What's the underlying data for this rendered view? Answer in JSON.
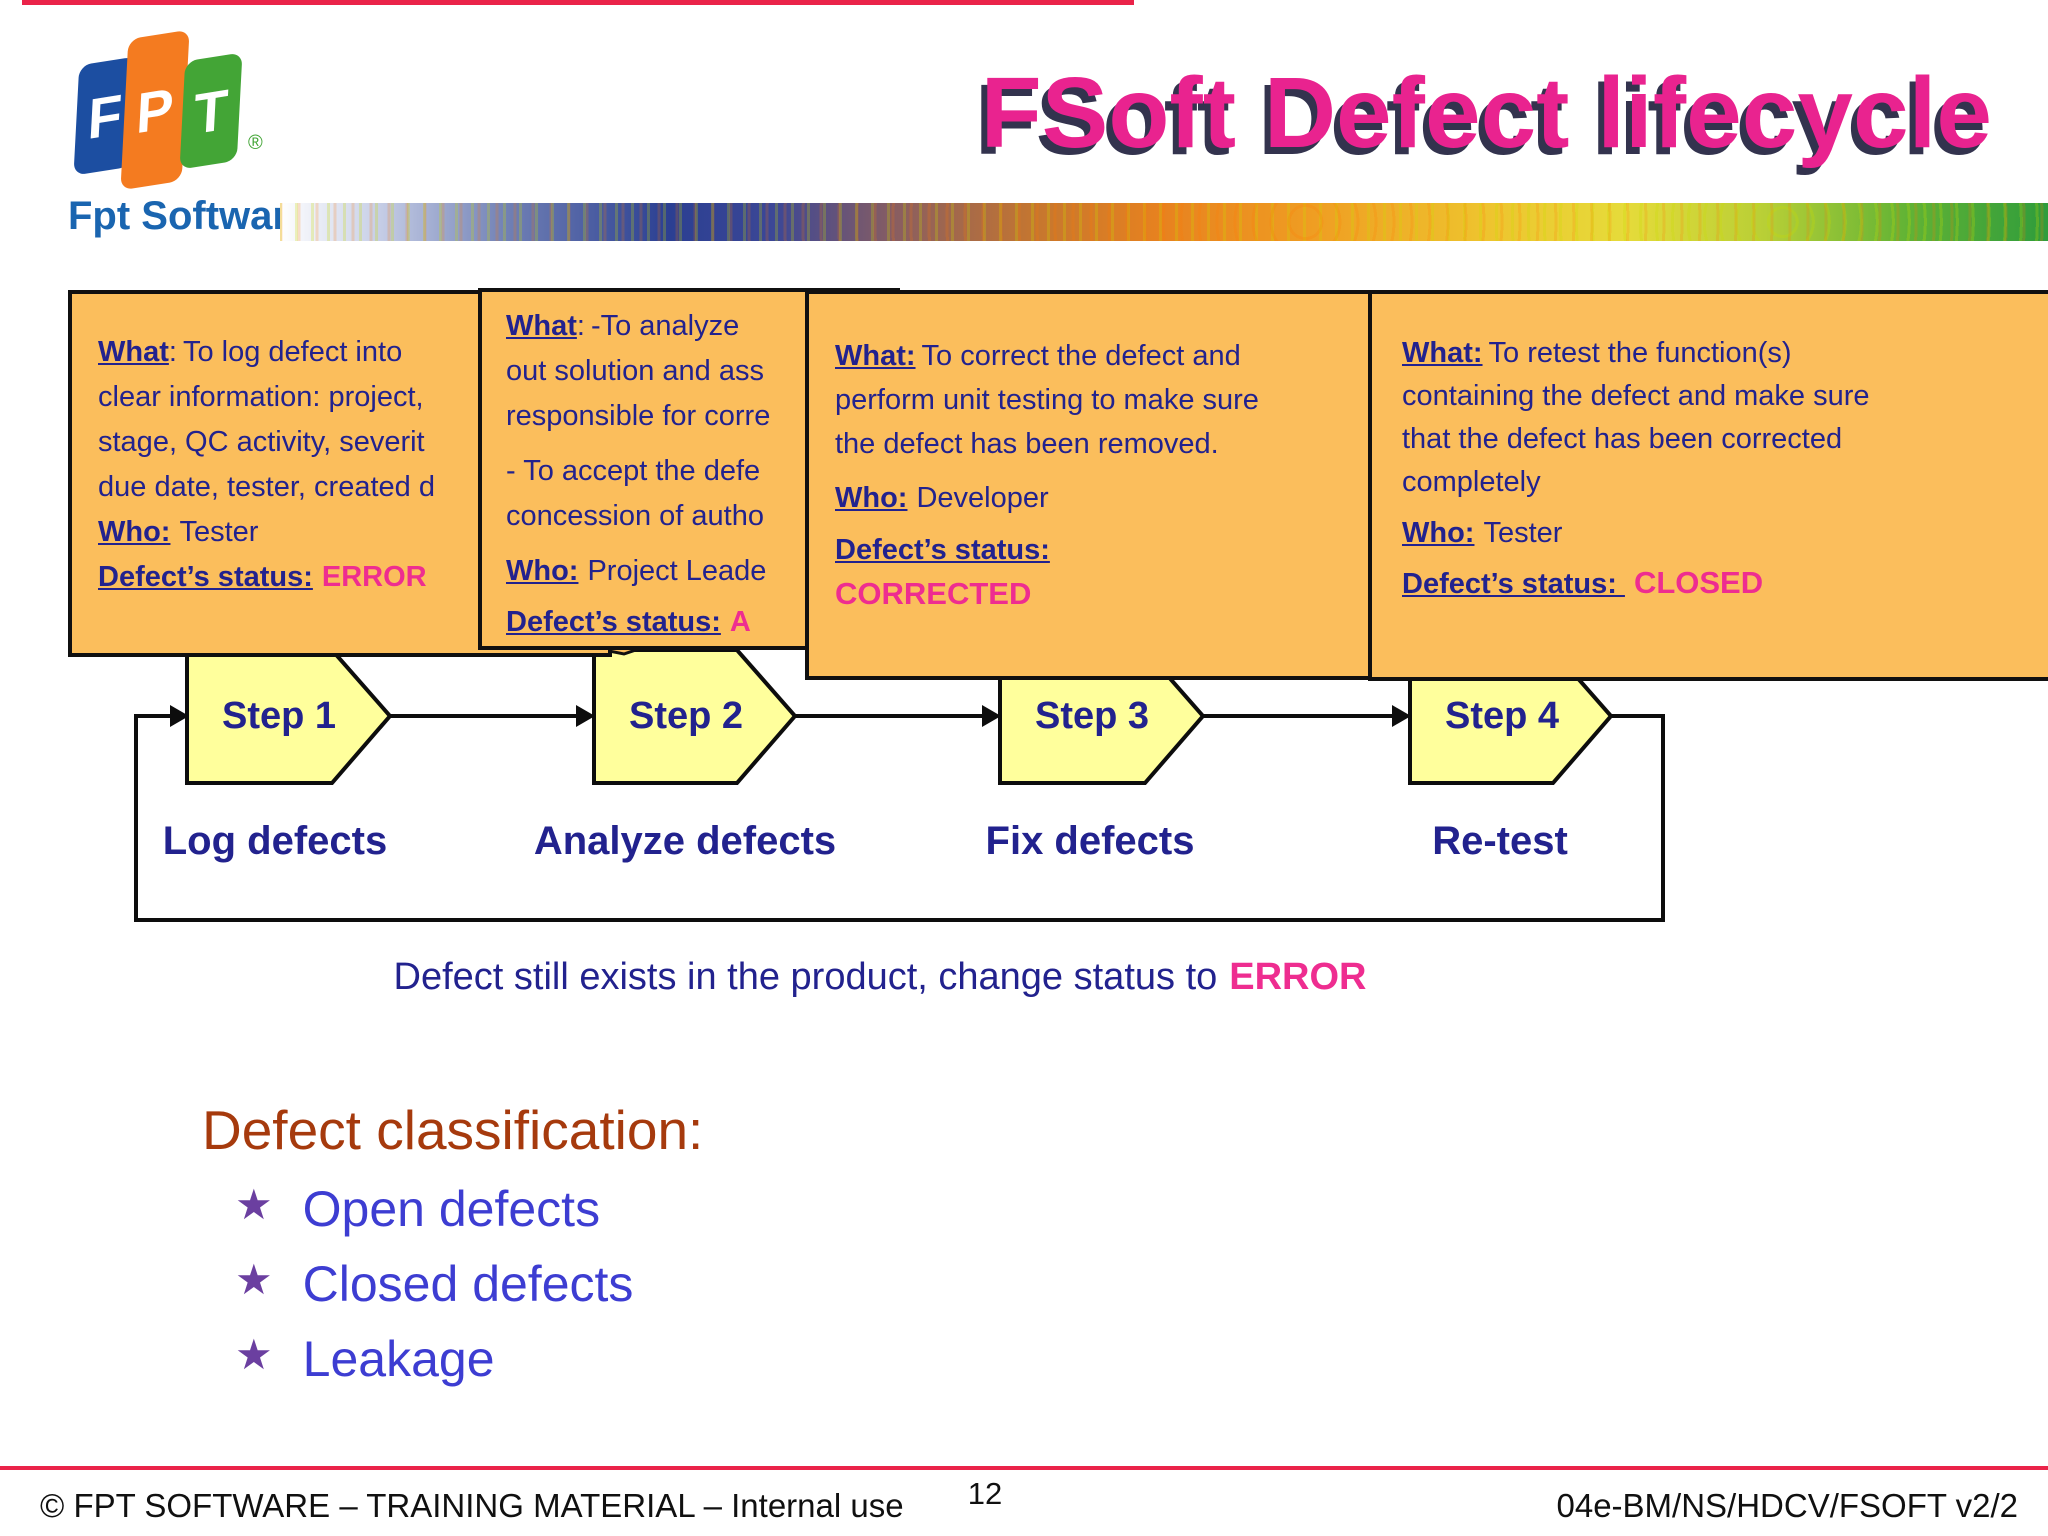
{
  "logo": {
    "letters": [
      "F",
      "P",
      "T"
    ],
    "registered": "®",
    "wordmark": "Fpt Software"
  },
  "title": "FSoft Defect lifecycle",
  "callouts": [
    {
      "what_label": "What",
      "what_sep": ":",
      "lines": [
        "To log defect into",
        "clear information: project,",
        "stage, QC activity, severit",
        "due date, tester, created d"
      ],
      "who_label": "Who:",
      "who": "Tester",
      "status_label": "Defect’s status:",
      "status": "ERROR"
    },
    {
      "what_label": "What",
      "what_sep": ":",
      "lines": [
        "-To analyze",
        "out solution and ass",
        "responsible for corre"
      ],
      "lines2": [
        "- To accept the defe",
        "concession of autho"
      ],
      "who_label": "Who:",
      "who": "Project Leade",
      "status_label": "Defect’s status:",
      "status": "A"
    },
    {
      "what_label": "What:",
      "lines": [
        "To correct the defect and",
        "perform unit testing to make sure",
        "the defect has been removed."
      ],
      "who_label": "Who:",
      "who": "Developer",
      "status_label": "Defect’s status:",
      "status": "CORRECTED"
    },
    {
      "what_label": "What:",
      "lines": [
        "To retest the function(s)",
        "containing the defect and make sure",
        "that the defect has been corrected",
        "completely"
      ],
      "who_label": "Who:",
      "who": "Tester",
      "status_label": "Defect’s status: ",
      "status": "CLOSED"
    }
  ],
  "steps": [
    {
      "name": "Step 1",
      "caption": "Log defects"
    },
    {
      "name": "Step 2",
      "caption": "Analyze defects"
    },
    {
      "name": "Step 3",
      "caption": "Fix defects"
    },
    {
      "name": "Step 4",
      "caption": "Re-test"
    }
  ],
  "loop": {
    "text": "Defect still exists in the product, change status to",
    "highlight": "ERROR"
  },
  "classification": {
    "heading": "Defect classification:",
    "bullet": "★",
    "items": [
      "Open defects",
      "Closed defects",
      "Leakage"
    ]
  },
  "footer": {
    "left": "© FPT SOFTWARE – TRAINING MATERIAL – Internal use",
    "page": "12",
    "right": "04e-BM/NS/HDCV/FSOFT v2/2"
  },
  "colors": {
    "title_pink": "#e9238f",
    "status_pink": "#ee2d90",
    "navy_text": "#22228e",
    "callout_fill": "#fbbe5c",
    "step_fill": "#ffff9c",
    "heading_brown": "#a63a0d",
    "bullet_blue": "#3d3dd2",
    "star_purple": "#6b3fa0",
    "accent_red": "#ea2349",
    "logo_blue": "#1c4ea1",
    "logo_orange": "#f47b20",
    "logo_green": "#43a536"
  }
}
